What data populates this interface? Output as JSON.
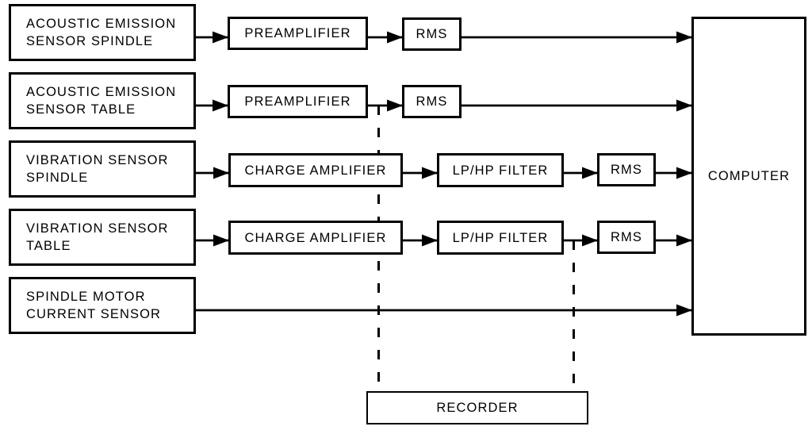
{
  "diagram": {
    "type": "block-diagram",
    "background": "#ffffff",
    "line_color": "#000000",
    "box_fill": "#ffffff",
    "box_border_color": "#000000",
    "text_color": "#000000",
    "boxes": {
      "ae_sensor_spindle": "ACOUSTIC EMISSION\nSENSOR SPINDLE",
      "ae_sensor_table": "ACOUSTIC EMISSION\nSENSOR TABLE",
      "vibration_sensor_spindle": "VIBRATION SENSOR\nSPINDLE",
      "vibration_sensor_table": "VIBRATION SENSOR\nTABLE",
      "spindle_motor_current_sensor": "SPINDLE MOTOR\nCURRENT SENSOR",
      "preamplifier_1": "PREAMPLIFIER",
      "preamplifier_2": "PREAMPLIFIER",
      "charge_amplifier_1": "CHARGE AMPLIFIER",
      "charge_amplifier_2": "CHARGE AMPLIFIER",
      "lp_hp_filter_1": "LP/HP FILTER",
      "lp_hp_filter_2": "LP/HP FILTER",
      "rms_1": "RMS",
      "rms_2": "RMS",
      "rms_3": "RMS",
      "rms_4": "RMS",
      "computer": "COMPUTER",
      "recorder": "RECORDER"
    },
    "connections": [
      {
        "from": "ACOUSTIC EMISSION SENSOR SPINDLE",
        "to": "PREAMPLIFIER",
        "style": "solid-arrow"
      },
      {
        "from": "PREAMPLIFIER",
        "to": "RMS",
        "row": 1,
        "style": "solid-arrow"
      },
      {
        "from": "RMS",
        "to": "COMPUTER",
        "row": 1,
        "style": "solid-arrow"
      },
      {
        "from": "ACOUSTIC EMISSION SENSOR TABLE",
        "to": "PREAMPLIFIER",
        "style": "solid-arrow"
      },
      {
        "from": "PREAMPLIFIER",
        "to": "RMS",
        "row": 2,
        "style": "solid-arrow"
      },
      {
        "from": "RMS",
        "to": "COMPUTER",
        "row": 2,
        "style": "solid-arrow"
      },
      {
        "from": "VIBRATION SENSOR SPINDLE",
        "to": "CHARGE AMPLIFIER",
        "style": "solid-arrow"
      },
      {
        "from": "CHARGE AMPLIFIER",
        "to": "LP/HP FILTER",
        "row": 3,
        "style": "solid-arrow"
      },
      {
        "from": "LP/HP FILTER",
        "to": "RMS",
        "row": 3,
        "style": "solid-arrow"
      },
      {
        "from": "RMS",
        "to": "COMPUTER",
        "row": 3,
        "style": "solid-arrow"
      },
      {
        "from": "VIBRATION SENSOR TABLE",
        "to": "CHARGE AMPLIFIER",
        "style": "solid-arrow"
      },
      {
        "from": "CHARGE AMPLIFIER",
        "to": "LP/HP FILTER",
        "row": 4,
        "style": "solid-arrow"
      },
      {
        "from": "LP/HP FILTER",
        "to": "RMS",
        "row": 4,
        "style": "solid-arrow"
      },
      {
        "from": "RMS",
        "to": "COMPUTER",
        "row": 4,
        "style": "solid-arrow"
      },
      {
        "from": "SPINDLE MOTOR CURRENT SENSOR",
        "to": "COMPUTER",
        "style": "solid-arrow"
      },
      {
        "from": "PREAMPLIFIER-RMS junction row 2",
        "to": "RECORDER",
        "style": "dashed"
      },
      {
        "from": "LP/HP FILTER-RMS junction row 4",
        "to": "RECORDER",
        "style": "dashed"
      }
    ]
  }
}
